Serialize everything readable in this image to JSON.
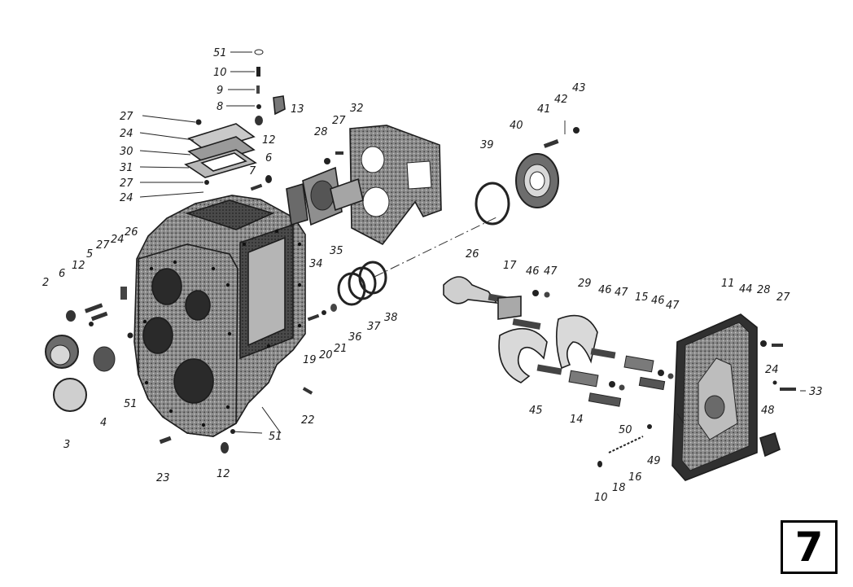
{
  "figure_number": "7",
  "labels": {
    "l51a": "51",
    "l10a": "10",
    "l9": "9",
    "l8": "8",
    "l13": "13",
    "l27a": "27",
    "l24a": "24",
    "l30": "30",
    "l31": "31",
    "l27b": "27",
    "l24b": "24",
    "l12a": "12",
    "l6a": "6",
    "l7": "7",
    "l28a": "28",
    "l27c": "27",
    "l32": "32",
    "l34": "34",
    "l35": "35",
    "l39": "39",
    "l40": "40",
    "l41": "41",
    "l42": "42",
    "l43": "43",
    "l2": "2",
    "l6b": "6",
    "l12b": "12",
    "l5": "5",
    "l27d": "27",
    "l24c": "24",
    "l26a": "26",
    "l3": "3",
    "l4": "4",
    "l51b": "51",
    "l23": "23",
    "l12c": "12",
    "l51c": "51",
    "l19": "19",
    "l20": "20",
    "l21": "21",
    "l22": "22",
    "l36": "36",
    "l37": "37",
    "l38": "38",
    "l26b": "26",
    "l17": "17",
    "l46a": "46",
    "l47a": "47",
    "l29": "29",
    "l46b": "46",
    "l47b": "47",
    "l15": "15",
    "l46c": "46",
    "l47c": "47",
    "l45": "45",
    "l14": "14",
    "l11": "11",
    "l44": "44",
    "l28b": "28",
    "l27e": "27",
    "l24d": "24",
    "l33": "33",
    "l48": "48",
    "l50": "50",
    "l49": "49",
    "l16": "16",
    "l18": "18",
    "l10b": "10"
  },
  "colors": {
    "ink": "#1d1d1d",
    "hatch": "#5a5a5a",
    "paper": "#ffffff"
  }
}
